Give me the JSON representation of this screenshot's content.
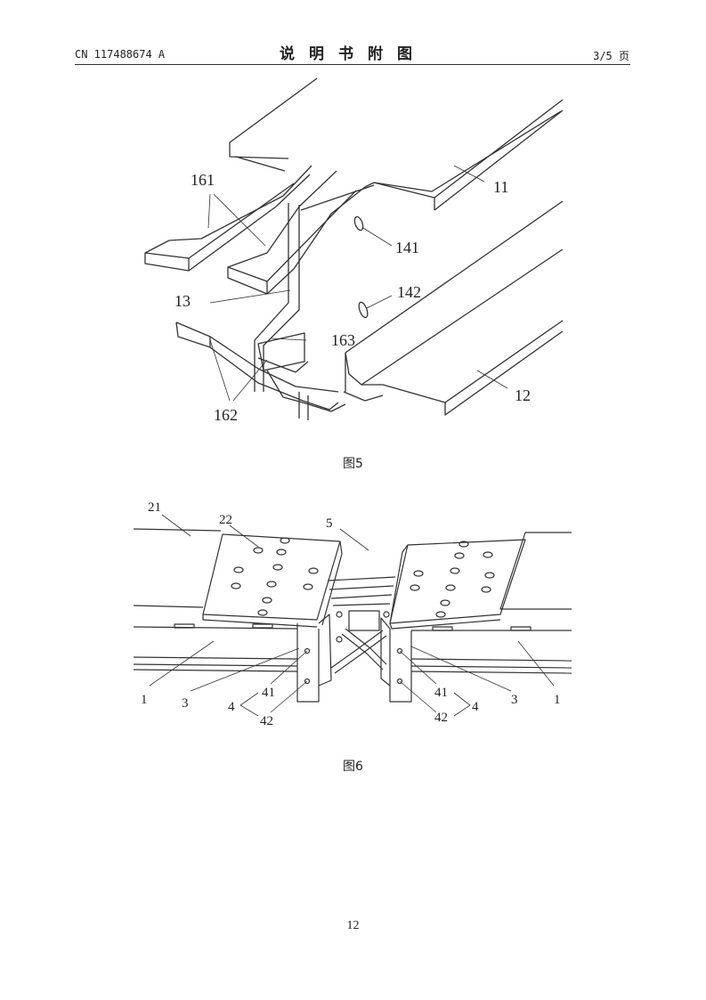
{
  "header": {
    "doc_number": "CN 117488674 A",
    "title": "说明书附图",
    "page_indicator": "3/5 页"
  },
  "figure5": {
    "caption": "图5",
    "labels": {
      "l161": "161",
      "l11": "11",
      "l141": "141",
      "l13": "13",
      "l142": "142",
      "l163": "163",
      "l162": "162",
      "l12": "12"
    }
  },
  "figure6": {
    "caption": "图6",
    "labels": {
      "l21": "21",
      "l22": "22",
      "l5": "5",
      "l1a": "1",
      "l3a": "3",
      "l41a": "41",
      "l4a": "4",
      "l42a": "42",
      "l41b": "41",
      "l4b": "4",
      "l42b": "42",
      "l3b": "3",
      "l1b": "1"
    }
  },
  "footer": {
    "page_number": "12"
  }
}
